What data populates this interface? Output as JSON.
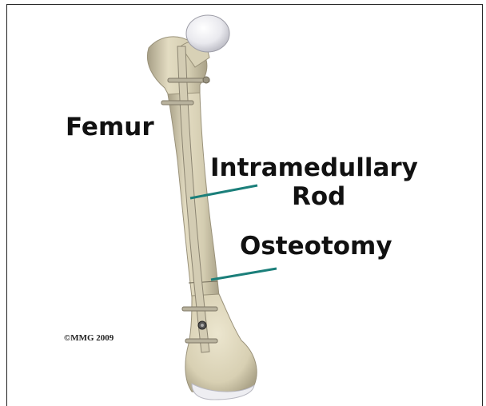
{
  "labels": {
    "femur": "Femur",
    "rod_line1": "Intramedullary",
    "rod_line2": "Rod",
    "osteotomy": "Osteotomy"
  },
  "copyright": "©MMG  2009",
  "colors": {
    "bone": "#d9d2b6",
    "bone_shadow": "#a79f86",
    "cartilage": "#f2f2f4",
    "leader_line": "#1b7f7a",
    "rod": "#cfc9b5",
    "screw": "#8f8f8f"
  }
}
